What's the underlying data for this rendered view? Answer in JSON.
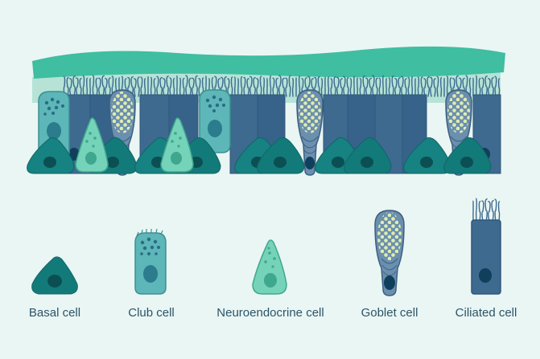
{
  "palette": {
    "background": "#eaf6f4",
    "ciliated": "#3d6a8e",
    "ciliated_dark": "#2f587a",
    "nucleus": "#103f5c",
    "basal": "#137a7a",
    "basal_nucleus": "#0b4f53",
    "club": "#5db6b8",
    "neuroendocrine": "#74d3b8",
    "goblet": "#6b8fae",
    "granule": "#dfecb0",
    "mucus_band": "#3fbea1",
    "mucus_light": "#b6e3d6",
    "label": "#2b5467"
  },
  "legend": [
    {
      "key": "basal",
      "label": "Basal cell"
    },
    {
      "key": "club",
      "label": "Club cell"
    },
    {
      "key": "neuroendocrine",
      "label": "Neuroendocrine cell"
    },
    {
      "key": "goblet",
      "label": "Goblet cell"
    },
    {
      "key": "ciliated",
      "label": "Ciliated cell"
    }
  ]
}
